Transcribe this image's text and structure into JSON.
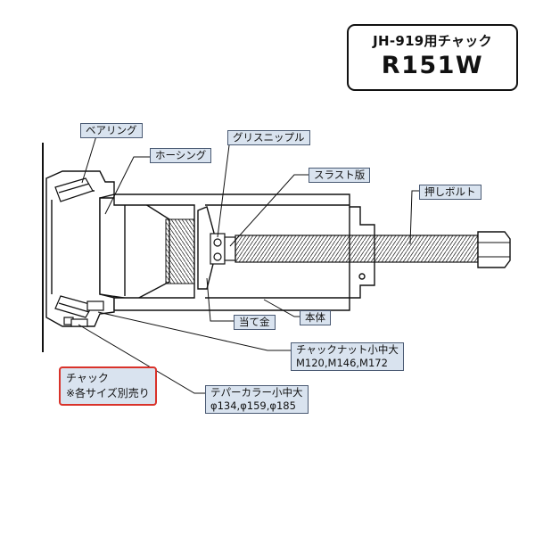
{
  "title": {
    "model": "JH-919用チャック",
    "code": "R151W"
  },
  "labels": {
    "bearing": "ベアリング",
    "housing": "ホーシング",
    "grease_nipple": "グリスニップル",
    "thrust_plate": "スラスト版",
    "push_bolt": "押しボルト",
    "ategane": "当て金",
    "body": "本体",
    "chuck_nut": {
      "line1": "チャックナット小中大",
      "line2": "M120,M146,M172"
    },
    "taper_collar": {
      "line1": "テパーカラー小中大",
      "line2": "φ134,φ159,φ185"
    },
    "chuck": {
      "line1": "チャック",
      "line2": "※各サイズ別売り"
    }
  },
  "colors": {
    "label_fill": "#d9e3ef",
    "label_border": "#4a5a73",
    "highlight_border": "#d9322a",
    "line": "#111111"
  }
}
